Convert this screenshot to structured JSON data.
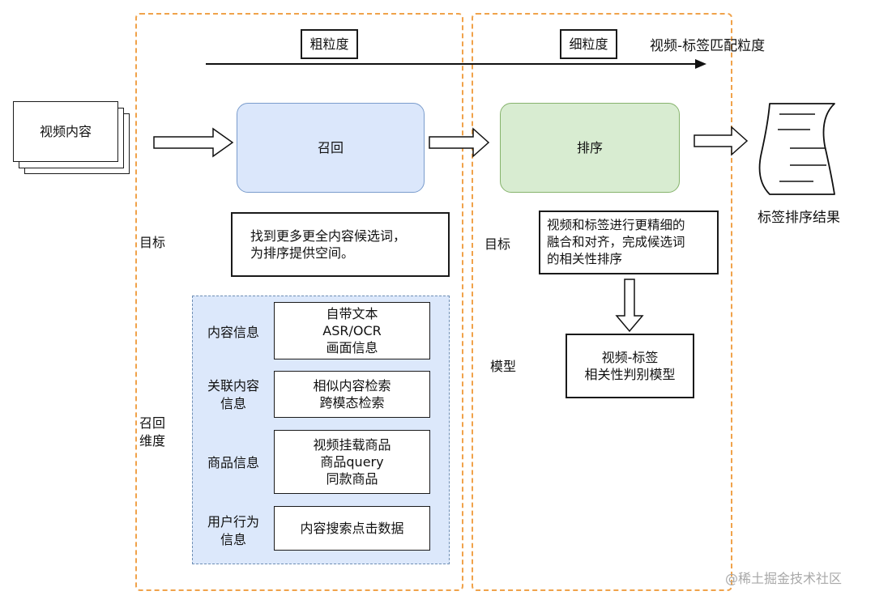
{
  "header": {
    "coarse": "粗粒度",
    "fine": "细粒度",
    "axis_label": "视频-标签匹配粒度"
  },
  "nodes": {
    "video_content": "视频内容",
    "recall": "召回",
    "rank": "排序",
    "result": "标签排序结果"
  },
  "left": {
    "goal_label": "目标",
    "goal_text": "找到更多更全内容候选词，\n为排序提供空间。",
    "dim_label": "召回\n维度",
    "dimensions": [
      {
        "name": "内容信息",
        "detail": "自带文本\nASR/OCR\n画面信息"
      },
      {
        "name": "关联内容\n信息",
        "detail": "相似内容检索\n跨模态检索"
      },
      {
        "name": "商品信息",
        "detail": "视频挂载商品\n商品query\n同款商品"
      },
      {
        "name": "用户行为\n信息",
        "detail": "内容搜索点击数据"
      }
    ]
  },
  "right": {
    "goal_label": "目标",
    "goal_text": "视频和标签进行更精细的\n融合和对齐，完成候选词\n的相关性排序",
    "model_label": "模型",
    "model_text": "视频-标签\n相关性判别模型"
  },
  "watermark": "@稀土掘金技术社区",
  "colors": {
    "dash": "#f0a24a",
    "recall_fill": "#dbe7fb",
    "recall_border": "#7a9ccc",
    "rank_fill": "#d8ecd1",
    "rank_border": "#86b36c",
    "dims_fill": "#dce8fb"
  }
}
